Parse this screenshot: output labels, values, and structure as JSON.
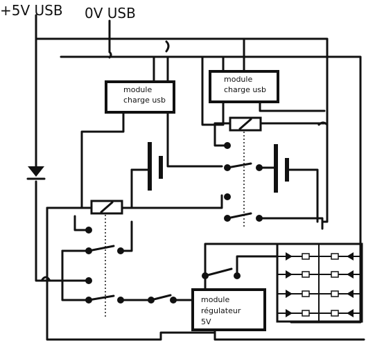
{
  "labels": {
    "plus_5v_usb": "+5V USB",
    "zero_v_usb": "0V USB",
    "module_charge_usb_1_line1": "module",
    "module_charge_usb_1_line2": "charge usb",
    "module_charge_usb_2_line1": "module",
    "module_charge_usb_2_line2": "charge usb",
    "module_regulateur_line1": "module",
    "module_regulateur_line2": "régulateur",
    "module_regulateur_line3": "5V"
  },
  "colors": {
    "ink": "#111111",
    "background": "#ffffff"
  },
  "components": {
    "battery_count": 2,
    "relay_count": 2,
    "led_rows": 4,
    "led_columns": 2
  }
}
